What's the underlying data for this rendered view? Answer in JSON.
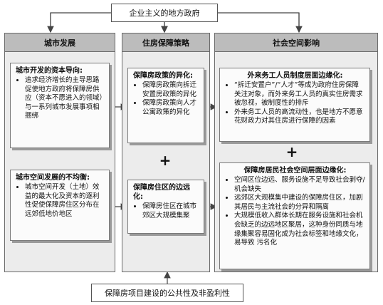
{
  "top_box": "企业主义的地方政府",
  "bottom_box": "保障房项目建设的公共性及非盈利性",
  "columns": {
    "left": {
      "header": "城市发展",
      "box1": {
        "title": "城市开发的资本导向:",
        "items": [
          "追求经济增长的主导思路促使地方政府将保障房供应（资本不愿进入的领域）与一系列城市发展事项相捆绑"
        ]
      },
      "box2": {
        "title": "城市空间发展的不均衡:",
        "items": [
          "城市空间开发（土地）效益的最大化及资本的逐利性促使保障房住区分布在远郊低地价地区"
        ]
      }
    },
    "middle": {
      "header": "住房保障策略",
      "box1": {
        "title": "保障房政策的异化:",
        "items": [
          "保障房政策向拆迁安置房政策的异化",
          "保障房政策向人才公寓政策的异化"
        ]
      },
      "box2": {
        "title": "保障房住区的边远化:",
        "items": [
          "保障房住区在城市郊区大规模集聚"
        ]
      }
    },
    "right": {
      "header": "社会空间影响",
      "box1": {
        "title": "外来务工人员制度层面边缘化:",
        "items": [
          "“拆迁安置户”/“人才”等成为政府住房保障关注对象，而外来务工人员的真实住房需求被忽视，被制度性的排斥",
          "外来务工人员的高流动性，也是地方不愿意花财政力对其住房进行保障的因素"
        ]
      },
      "box2": {
        "title": "保障房居民社会空间层面边缘化:",
        "items": [
          "空间区位边远、服务设施不足导致社会剥夺/机会缺失",
          "远郊区大规模集中建设的保障房住区，加剧其居民与主流社会的分异和隔离",
          "大规模低收入群体长期在服务设施和社会机会缺乏的边远地区聚居，这种身份同质与地缘集聚容易固化成为社会标签和地缘文化，易导致 污名化"
        ]
      }
    }
  },
  "plus_symbol": "+"
}
